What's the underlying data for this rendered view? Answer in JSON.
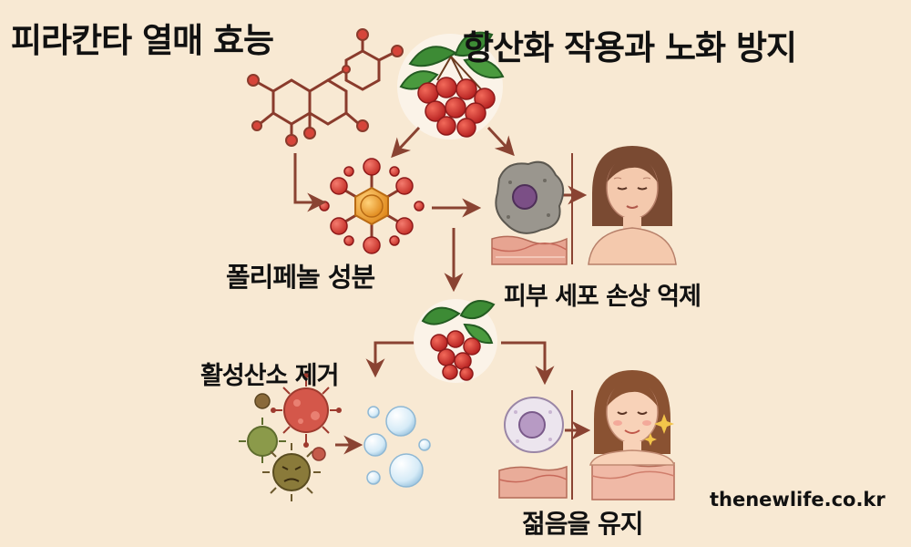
{
  "texts": {
    "title": "피라칸타 열매 효능",
    "headline": "항산화 작용과 노화 방지",
    "polyphenol": "폴리페놀 성분",
    "skin_cell": "피부 세포 손상 억제",
    "ros_removal": "활성산소 제거",
    "youth": "젊음을 유지",
    "website": "thenewlife.co.kr"
  },
  "icons": {
    "berries": "berry-cluster-icon",
    "molecule": "flavonoid-molecule-icon",
    "polyphenol": "polyphenol-molecule-icon",
    "damaged_cell": "damaged-cell-icon",
    "healthy_cell": "healthy-cell-icon",
    "virus": "virus-icon",
    "bubbles": "bubble-icon",
    "face": "face-icon"
  },
  "colors": {
    "background": "#f8e9d3",
    "arrow": "#8a4332",
    "berry": "#cf2b2b",
    "leaf": "#2f7a2e",
    "molecule": "#e8a13a",
    "node": "#d9423a",
    "virus": "#c94a3c",
    "bubble": "#cfe6f5"
  }
}
